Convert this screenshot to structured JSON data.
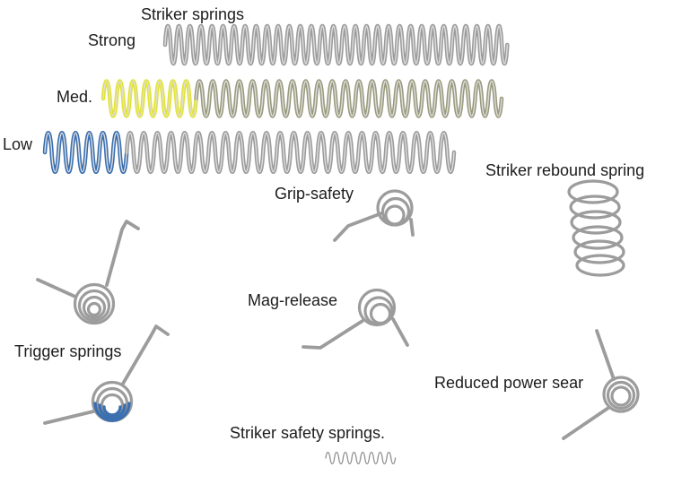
{
  "labels": {
    "striker_springs_title": "Striker springs",
    "strong": "Strong",
    "med": "Med.",
    "low": "Low",
    "striker_rebound_spring": "Striker rebound spring",
    "grip_safety": "Grip-safety",
    "mag_release": "Mag-release",
    "trigger_springs": "Trigger springs",
    "reduced_power_sear": "Reduced power sear",
    "striker_safety_springs": "Striker safety springs."
  },
  "colors": {
    "background": "#ffffff",
    "label_text": "#1c1c1c",
    "spring_silver": "#9c9c9c",
    "spring_silver_highlight": "#dedede",
    "med_spring_tip_yellow": "#e4e432",
    "med_spring_body_olive": "#9a9a7e",
    "low_spring_tip_blue": "#3a6fb0",
    "trigger_spring_blue": "#3a6fb0",
    "small_spring_gray": "#909090"
  }
}
